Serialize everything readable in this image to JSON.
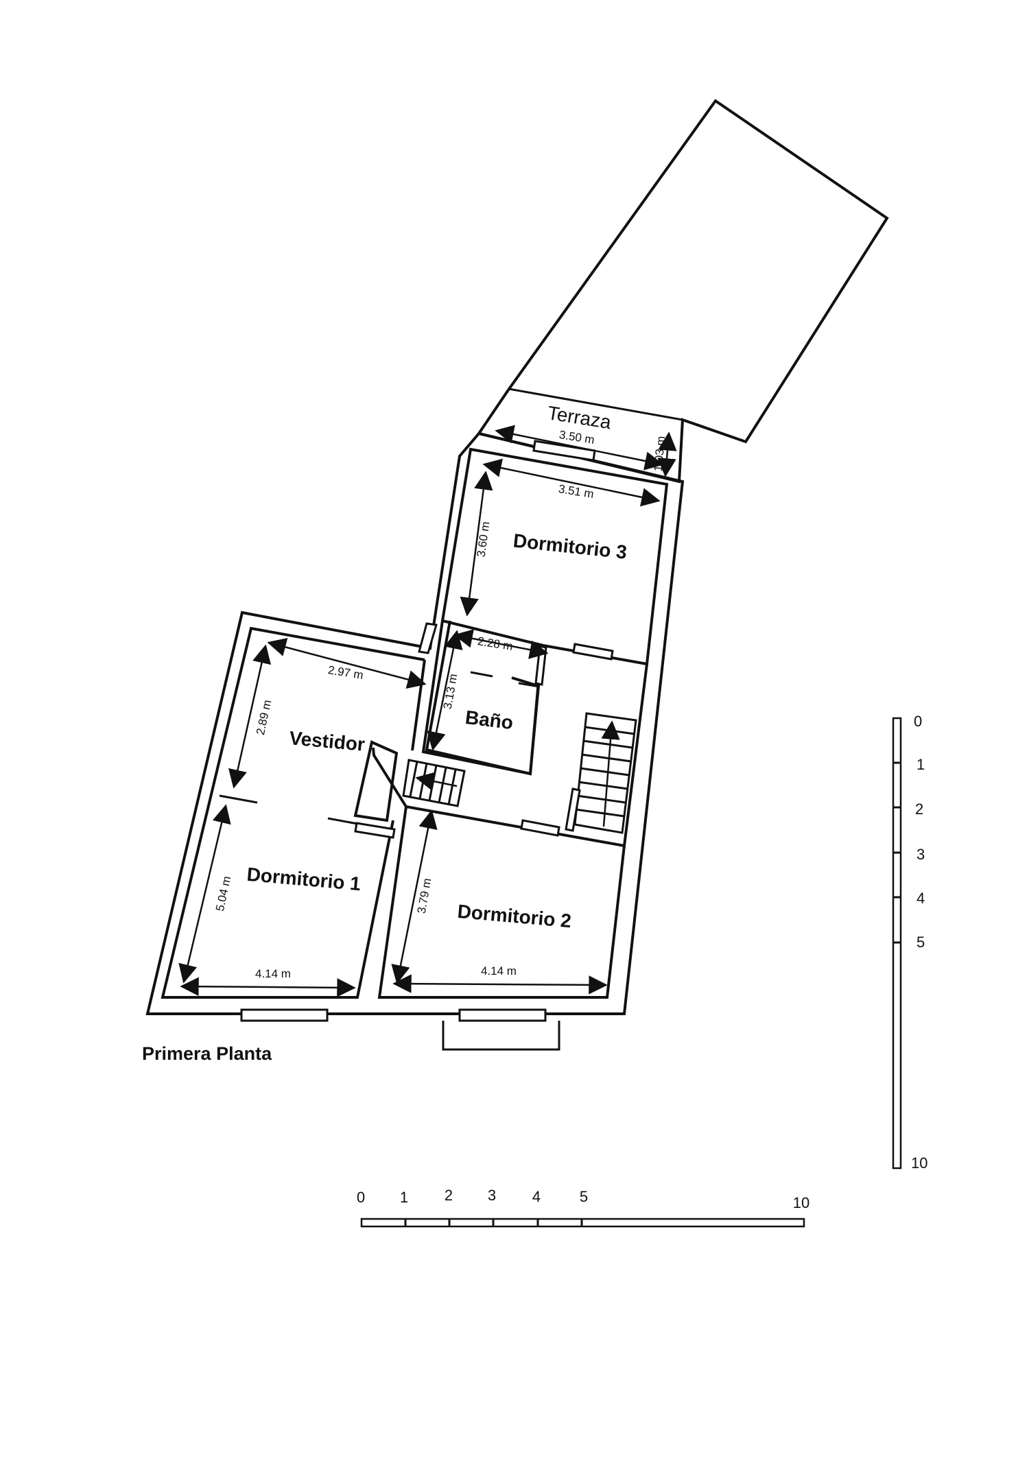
{
  "plan": {
    "title": "Primera Planta",
    "rooms": {
      "terraza": "Terraza",
      "dormitorio3": "Dormitorio 3",
      "bano": "Baño",
      "vestidor": "Vestidor",
      "dormitorio1": "Dormitorio 1",
      "dormitorio2": "Dormitorio 2"
    },
    "dimensions": {
      "terraza_width": "3.50 m",
      "terraza_depth": "1.03 m",
      "d3_width": "3.51 m",
      "d3_depth": "3.60 m",
      "bano_width": "2.28 m",
      "bano_depth": "3.13 m",
      "vestidor_width": "2.97 m",
      "vestidor_depth": "2.89 m",
      "d1_depth": "5.04 m",
      "d1_width": "4.14 m",
      "d2_depth": "3.79 m",
      "d2_width": "4.14 m"
    }
  },
  "scales": {
    "horizontal": [
      "0",
      "1",
      "2",
      "3",
      "4",
      "5",
      "10"
    ],
    "vertical": [
      "0",
      "1",
      "2",
      "3",
      "4",
      "5",
      "10"
    ]
  }
}
